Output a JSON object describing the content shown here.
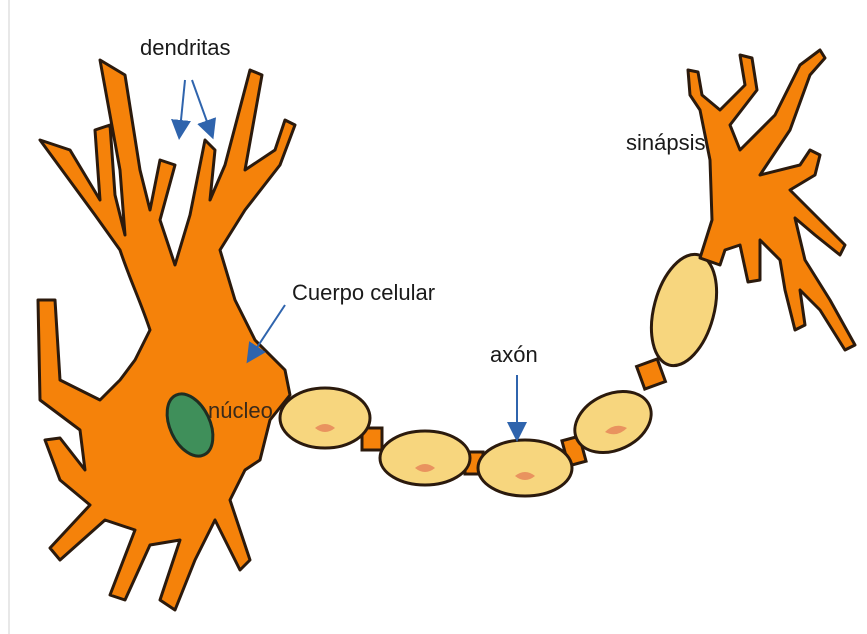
{
  "labels": {
    "dendritas": "dendritas",
    "cuerpo_celular": "Cuerpo celular",
    "nucleo": "núcleo",
    "axon": "axón",
    "sinapsis": "sinápsis"
  },
  "colors": {
    "neuron_body": "#f5820a",
    "outline": "#2b1a0d",
    "nucleus": "#3f8f5a",
    "myelin": "#f7d67e",
    "myelin_nucleus": "#e9935f",
    "arrow": "#2f64ad"
  }
}
